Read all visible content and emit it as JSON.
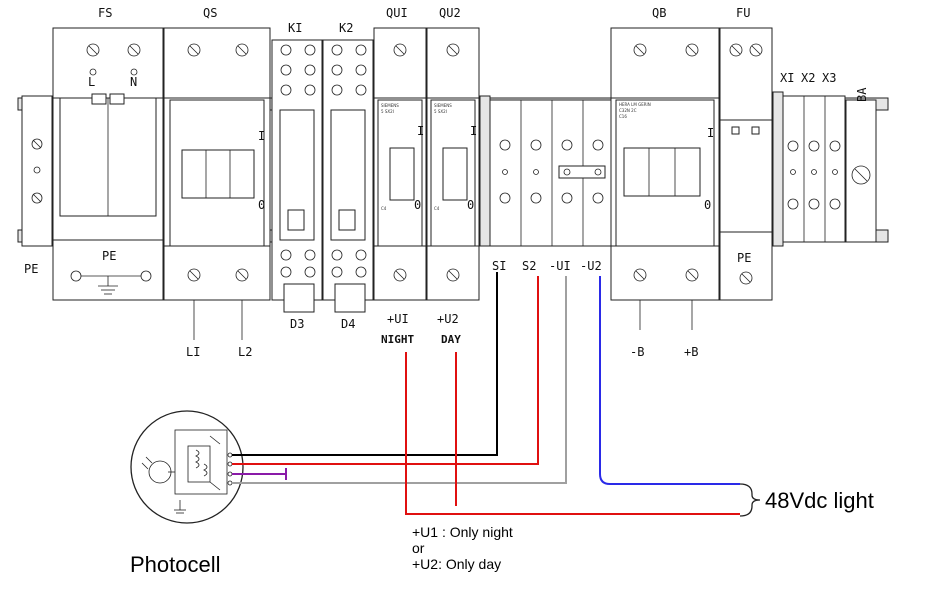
{
  "modules": {
    "fs": "FS",
    "qs": "QS",
    "k1": "KI",
    "k2": "K2",
    "qu1": "QUI",
    "qu2": "QU2",
    "qb": "QB",
    "fu": "FU",
    "x1": "XI",
    "x2": "X2",
    "x3": "X3",
    "ba": "BA"
  },
  "fs_terminals": {
    "l": "L",
    "n": "N"
  },
  "pe_labels": {
    "left": "PE",
    "fs": "PE",
    "fu": "PE"
  },
  "switch_marks": {
    "on": "I",
    "off": "0"
  },
  "breaker_brand": {
    "line1": "SIEMENS",
    "line2": "5 SX2I",
    "qb1": "HERA LM GERIN",
    "qb2": "C32N 2C",
    "qb3": "C16"
  },
  "breaker_rating": {
    "qu1": "C4",
    "qu2": "C4"
  },
  "outputs": {
    "l1": "LI",
    "l2": "L2",
    "d3": "D3",
    "d4": "D4",
    "plus_u1": "+UI",
    "plus_u2": "+U2",
    "night": "NIGHT",
    "day": "DAY",
    "minus_b": "-B",
    "plus_b": "+B"
  },
  "signal_terminals": {
    "s1": "SI",
    "s2": "S2",
    "minus_u1": "-UI",
    "minus_u2": "-U2"
  },
  "photocell_label": "Photocell",
  "load_label": "48Vdc light",
  "note_lines": [
    "+U1 : Only night",
    "or",
    "+U2: Only day"
  ],
  "wire_colors": {
    "black": "#000000",
    "red": "#e01010",
    "gray": "#a0a0a0",
    "blue": "#2a2ae8",
    "purple": "#8a1aa8"
  }
}
